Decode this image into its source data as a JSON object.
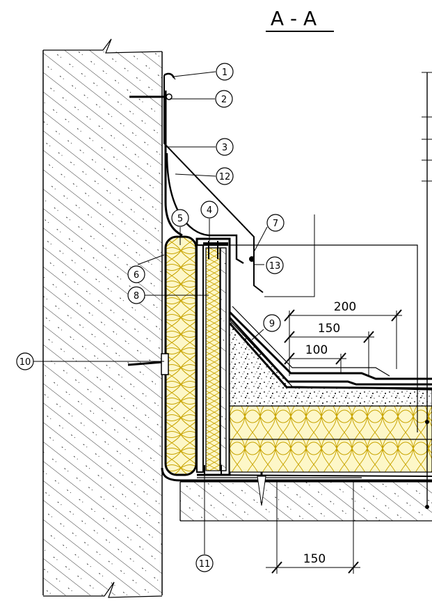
{
  "drawing": {
    "section_title": "A - A",
    "callouts": [
      "1",
      "2",
      "3",
      "4",
      "5",
      "6",
      "7",
      "8",
      "9",
      "10",
      "11",
      "12",
      "13"
    ],
    "dimensions": {
      "d200": "200",
      "d150_upper": "150",
      "d100": "100",
      "d150_lower": "150"
    }
  },
  "colors": {
    "line": "#000000",
    "insulation_fill": "#fdf7c8",
    "insulation_stroke": "#c8a400",
    "gravel": "#000000"
  }
}
